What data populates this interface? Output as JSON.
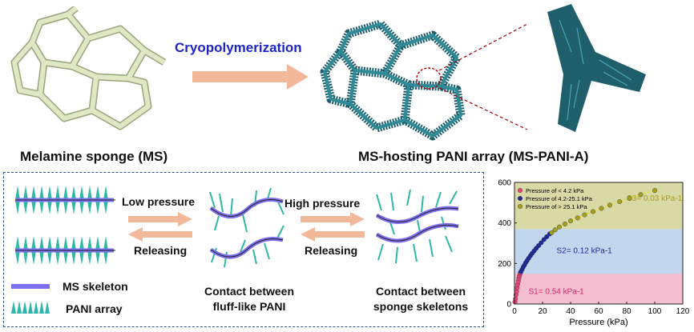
{
  "top": {
    "left_caption": "Melamine sponge (MS)",
    "process_label": "Cryopolymerization",
    "right_caption": "MS-hosting PANI array (MS-PANI-A)"
  },
  "mechanism": {
    "low_pressure": "Low pressure",
    "releasing_1": "Releasing",
    "high_pressure": "High pressure",
    "releasing_2": "Releasing",
    "contact_fluff_l1": "Contact between",
    "contact_fluff_l2": "fluff-like PANI",
    "contact_skel_l1": "Contact between",
    "contact_skel_l2": "sponge skeletons"
  },
  "legend": {
    "ms_skeleton": "MS skeleton",
    "pani_array": "PANI array"
  },
  "colors": {
    "sponge": "#dfe8c4",
    "pani": "#1f5f6b",
    "pani_tip": "#2fb8a8",
    "skeleton": "#7d70f0",
    "arrow": "#f2b89a",
    "title_blue": "#1e24c8"
  },
  "chart_data": {
    "type": "scatter",
    "xlabel": "Pressure (kPa)",
    "ylabel": "",
    "xlim": [
      0,
      120
    ],
    "ylim": [
      0,
      600
    ],
    "xticks": [
      0,
      20,
      40,
      60,
      80,
      100,
      120
    ],
    "yticks": [
      0,
      200,
      400,
      600
    ],
    "regions": [
      {
        "from": 0,
        "to": 150,
        "color": "#f3bfd0",
        "label": "S1= 0.54 kPa-1"
      },
      {
        "from": 150,
        "to": 370,
        "color": "#c2d6ee",
        "label": "S2= 0.12 kPa-1"
      },
      {
        "from": 370,
        "to": 600,
        "color": "#d9d9a6",
        "label": "S3= 0.03 kPa-1"
      }
    ],
    "series": [
      {
        "name": "Pressure of < 4.2 kPa",
        "color": "#e8477a",
        "x": [
          0.3,
          0.7,
          1.1,
          1.5,
          1.9,
          2.3,
          2.7,
          3.1,
          3.5,
          3.9,
          4.2
        ],
        "y": [
          10,
          25,
          45,
          62,
          80,
          97,
          112,
          126,
          138,
          148,
          155
        ]
      },
      {
        "name": "Pressure of 4.2-25.1 kPa",
        "color": "#1f2a9a",
        "x": [
          4.6,
          5.4,
          6.2,
          7.1,
          8.0,
          9.0,
          10.1,
          11.3,
          12.6,
          14.0,
          15.5,
          17.2,
          19.0,
          21.0,
          23.0,
          25.1
        ],
        "y": [
          160,
          170,
          182,
          192,
          204,
          214,
          226,
          238,
          250,
          262,
          275,
          288,
          302,
          318,
          332,
          346
        ]
      },
      {
        "name": "Pressure of > 25.1 kPa",
        "color": "#a6a01e",
        "x": [
          26.5,
          29,
          32,
          36,
          40,
          45,
          50,
          56,
          62,
          68,
          75,
          82,
          90,
          100
        ],
        "y": [
          352,
          366,
          380,
          395,
          410,
          425,
          440,
          456,
          472,
          488,
          505,
          522,
          540,
          560
        ]
      }
    ]
  }
}
